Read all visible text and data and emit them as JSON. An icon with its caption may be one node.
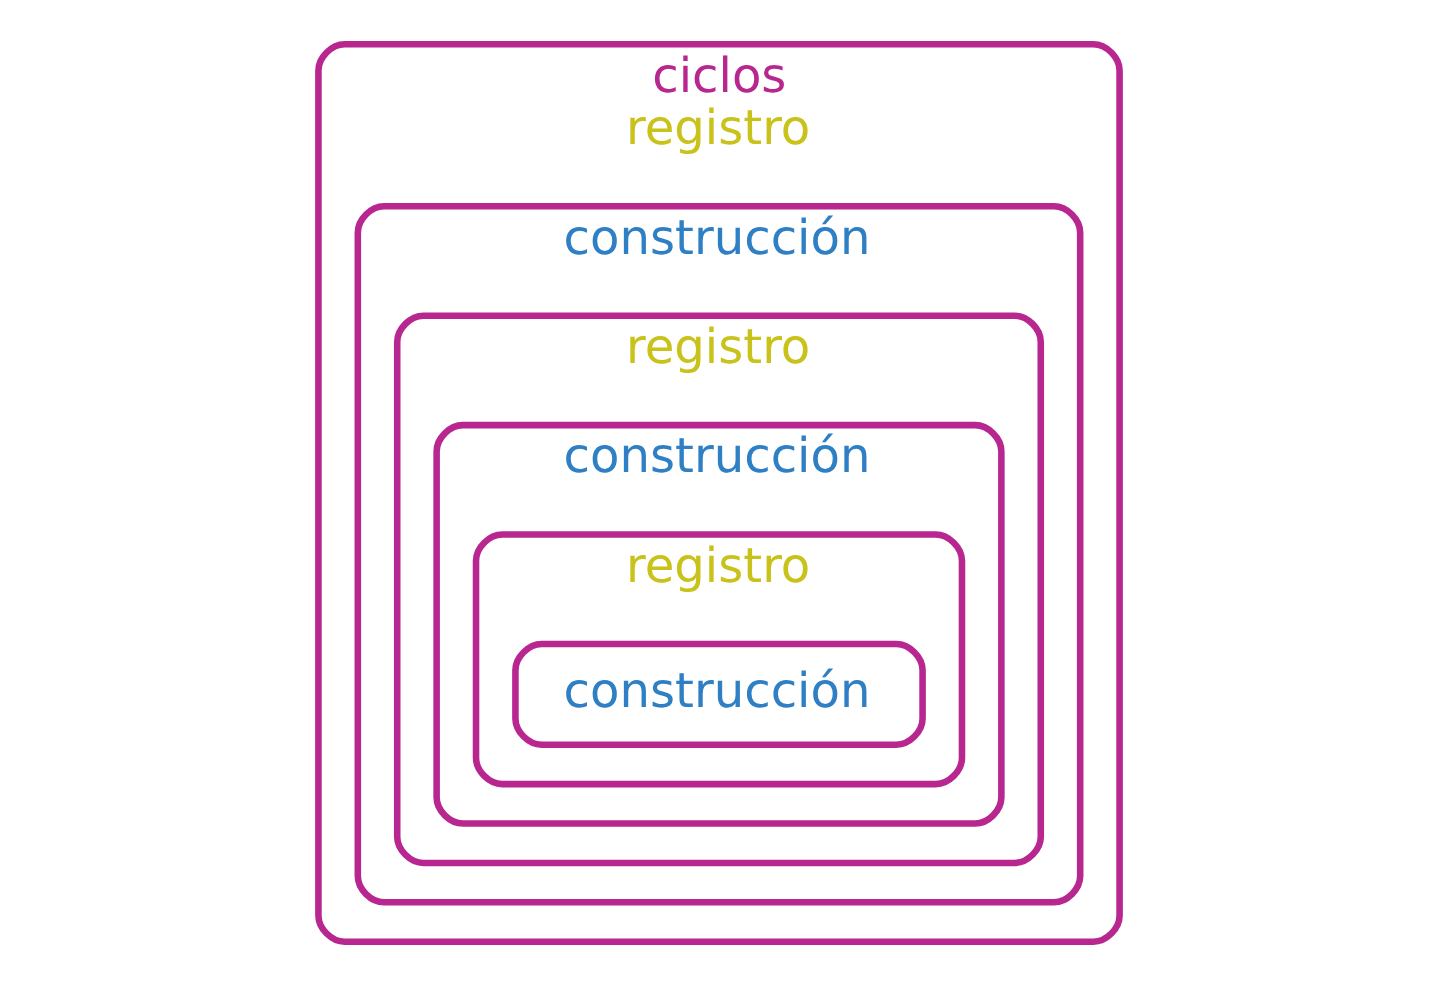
{
  "diagram": {
    "nodes": [
      {
        "text": [
          "ciclos",
          "registro"
        ]
      },
      {
        "text": [
          "construcción"
        ],
        "in": 0
      },
      {
        "text": [
          "registro"
        ],
        "in": 1
      },
      {
        "text": [
          "construcción"
        ],
        "in": 2
      },
      {
        "text": [
          "registro"
        ],
        "in": 3
      },
      {
        "text": [
          "construcción"
        ],
        "in": 4
      }
    ]
  }
}
